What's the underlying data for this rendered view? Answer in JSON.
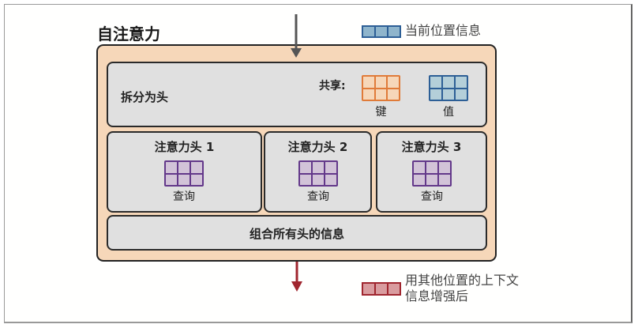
{
  "diagram": {
    "title": "自注意力",
    "split_heads": {
      "label": "拆分为头",
      "shared_label": "共享:",
      "key_label": "键",
      "value_label": "值"
    },
    "heads": [
      {
        "title": "注意力头 1",
        "query_label": "查询"
      },
      {
        "title": "注意力头 2",
        "query_label": "查询"
      },
      {
        "title": "注意力头 3",
        "query_label": "查询"
      }
    ],
    "combine_label": "组合所有头的信息",
    "legend": {
      "current_position": "当前位置信息",
      "enhanced_line1": "用其他位置的上下文",
      "enhanced_line2": "信息增强后"
    },
    "colors": {
      "outer_fill": "#f6d7b9",
      "inner_fill": "#e0e0e0",
      "key": "#e07b39",
      "value": "#2d5f96",
      "query": "#63388a",
      "input_arrow": "#555555",
      "output_arrow": "#a0262f"
    }
  }
}
